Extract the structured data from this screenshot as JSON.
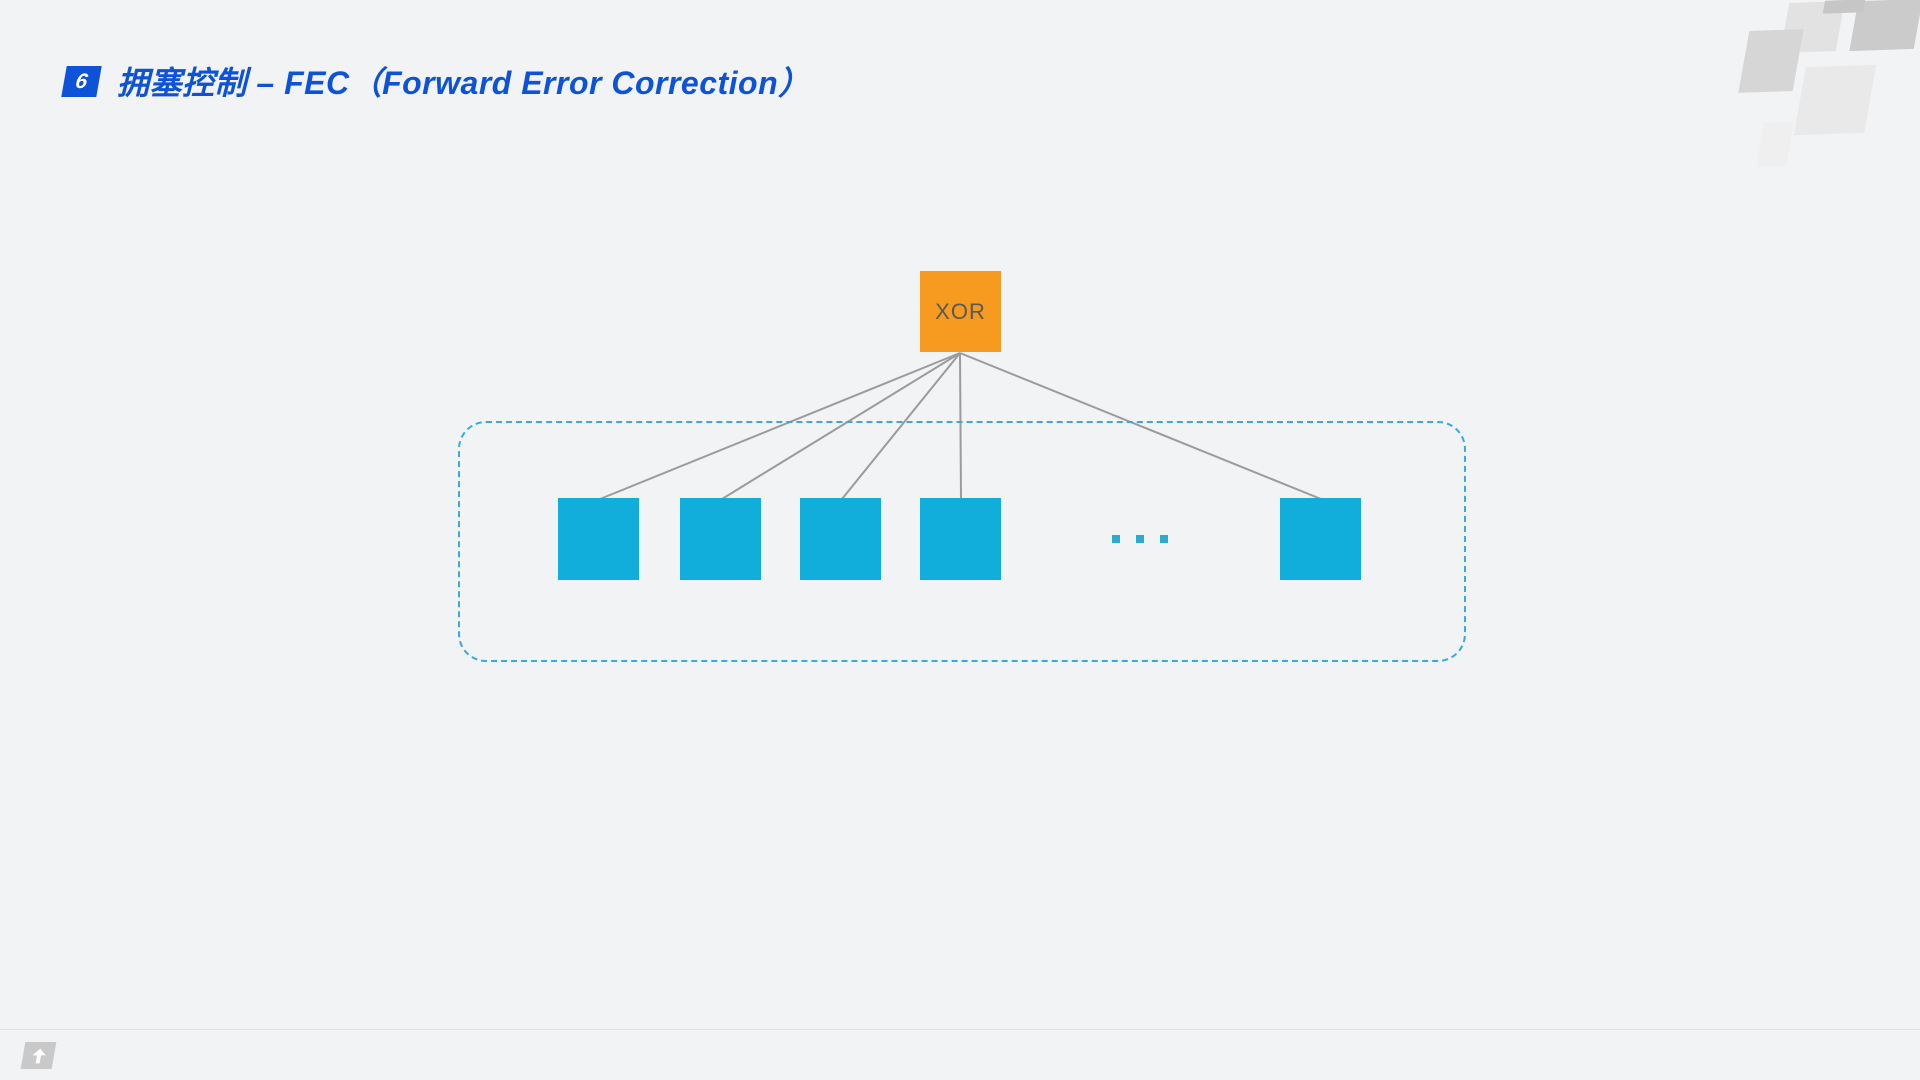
{
  "slide": {
    "badge_number": "6",
    "title": "拥塞控制 – FEC（Forward Error Correction）"
  },
  "diagram": {
    "xor_label": "XOR",
    "data_packet_count": 5,
    "ellipsis_dot_count": 3,
    "container": "dashed-rounded-group"
  },
  "footer": {
    "logo_icon": "up-arrow-logo"
  },
  "colors": {
    "bg": "#f2f3f4",
    "accent-blue": "#0e52d8",
    "orange": "#f79a20",
    "cyan": "#12aedb",
    "cyan-dot": "#2bacce",
    "dashed-cyan": "#35acdc",
    "line-gray": "#9b9b9b",
    "footer-line": "#e0e0e0"
  }
}
